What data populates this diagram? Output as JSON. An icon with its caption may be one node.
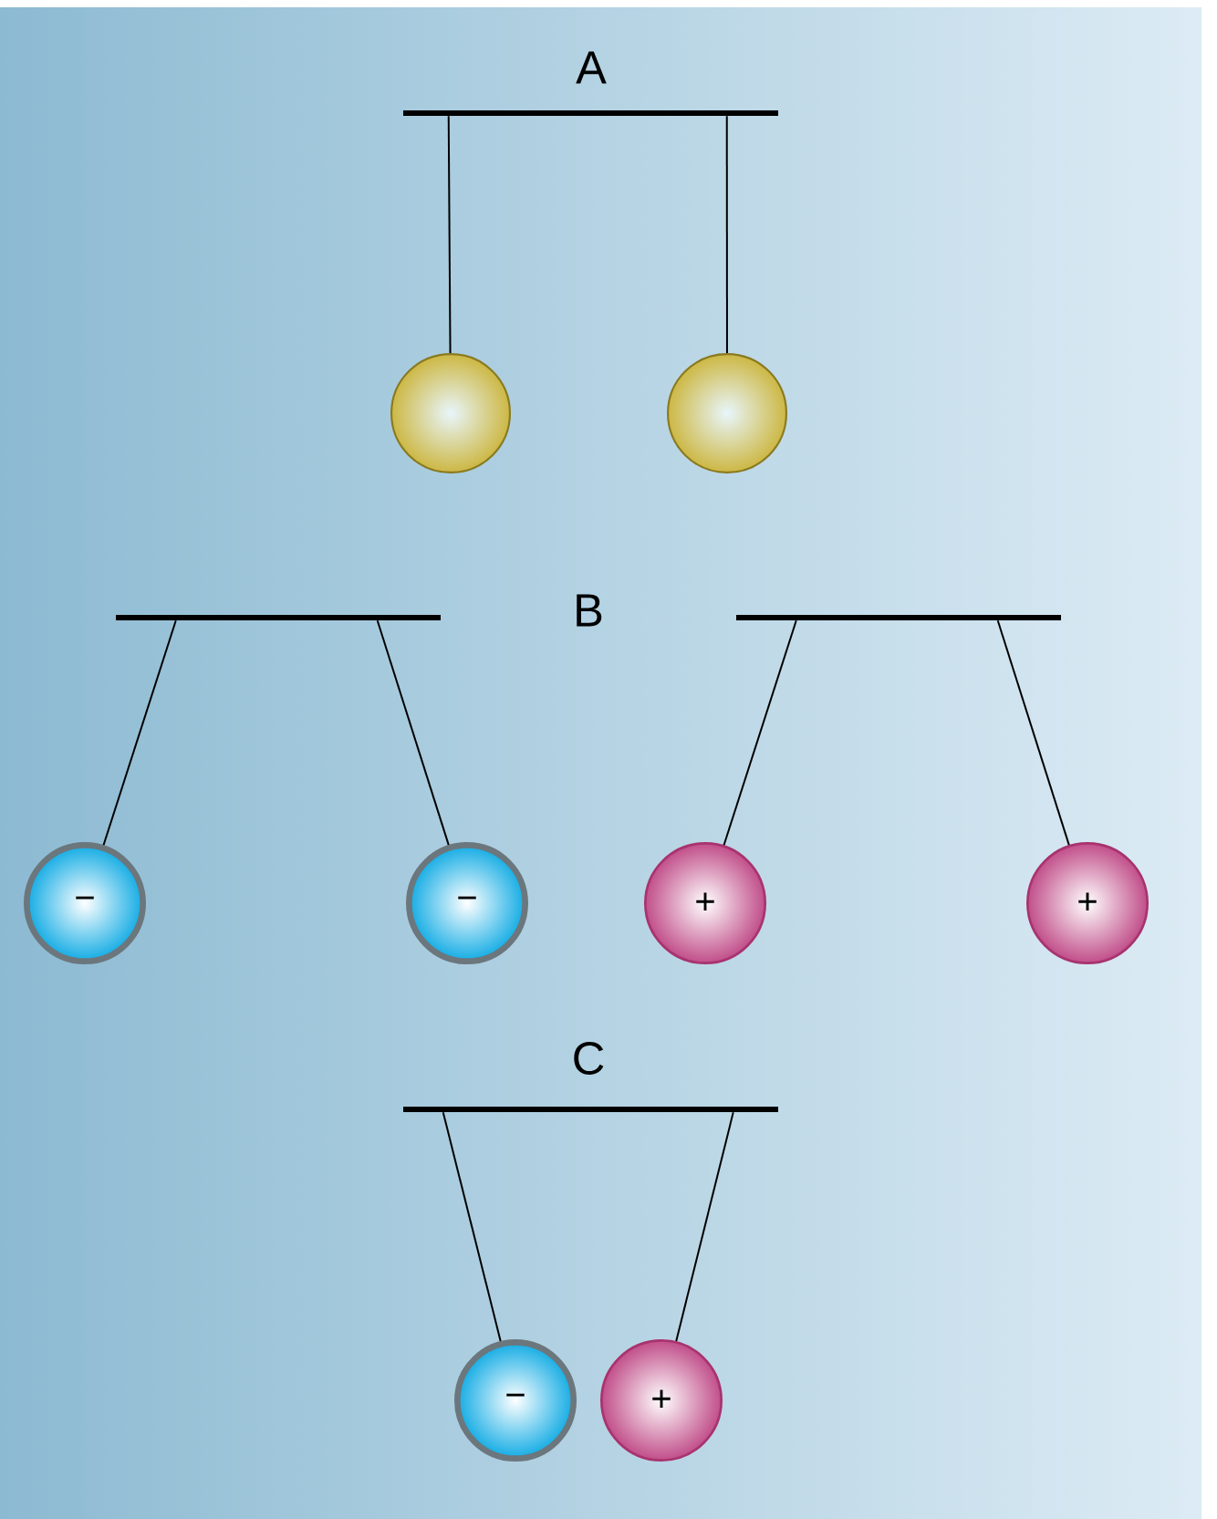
{
  "diagram": {
    "nodes": [
      {
        "text": [],
        "shape": "bar"
      },
      {
        "text": [],
        "shape": "circle"
      },
      {
        "text": [],
        "shape": "circle"
      },
      {
        "text": [],
        "shape": "bar"
      },
      {
        "text": [],
        "shape": "bar"
      },
      {
        "text": [
          "−"
        ]
      },
      {
        "text": [
          "−"
        ]
      },
      {
        "text": [
          "+"
        ]
      },
      {
        "text": [
          "+"
        ]
      },
      {
        "text": [],
        "shape": "bar"
      },
      {
        "text": [
          "−"
        ]
      },
      {
        "text": [
          "+"
        ]
      }
    ],
    "edges": [
      {
        "from": 0,
        "to": 1,
        "arrow": "none"
      },
      {
        "from": 0,
        "to": 2,
        "arrow": "none"
      },
      {
        "from": 3,
        "to": 5,
        "arrow": "none"
      },
      {
        "from": 3,
        "to": 6,
        "arrow": "none"
      },
      {
        "from": 4,
        "to": 7,
        "arrow": "none"
      },
      {
        "from": 4,
        "to": 8,
        "arrow": "none"
      },
      {
        "from": 9,
        "to": 10,
        "arrow": "none"
      },
      {
        "from": 9,
        "to": 11,
        "arrow": "none"
      }
    ],
    "labels": [
      "A",
      "B",
      "C"
    ]
  }
}
